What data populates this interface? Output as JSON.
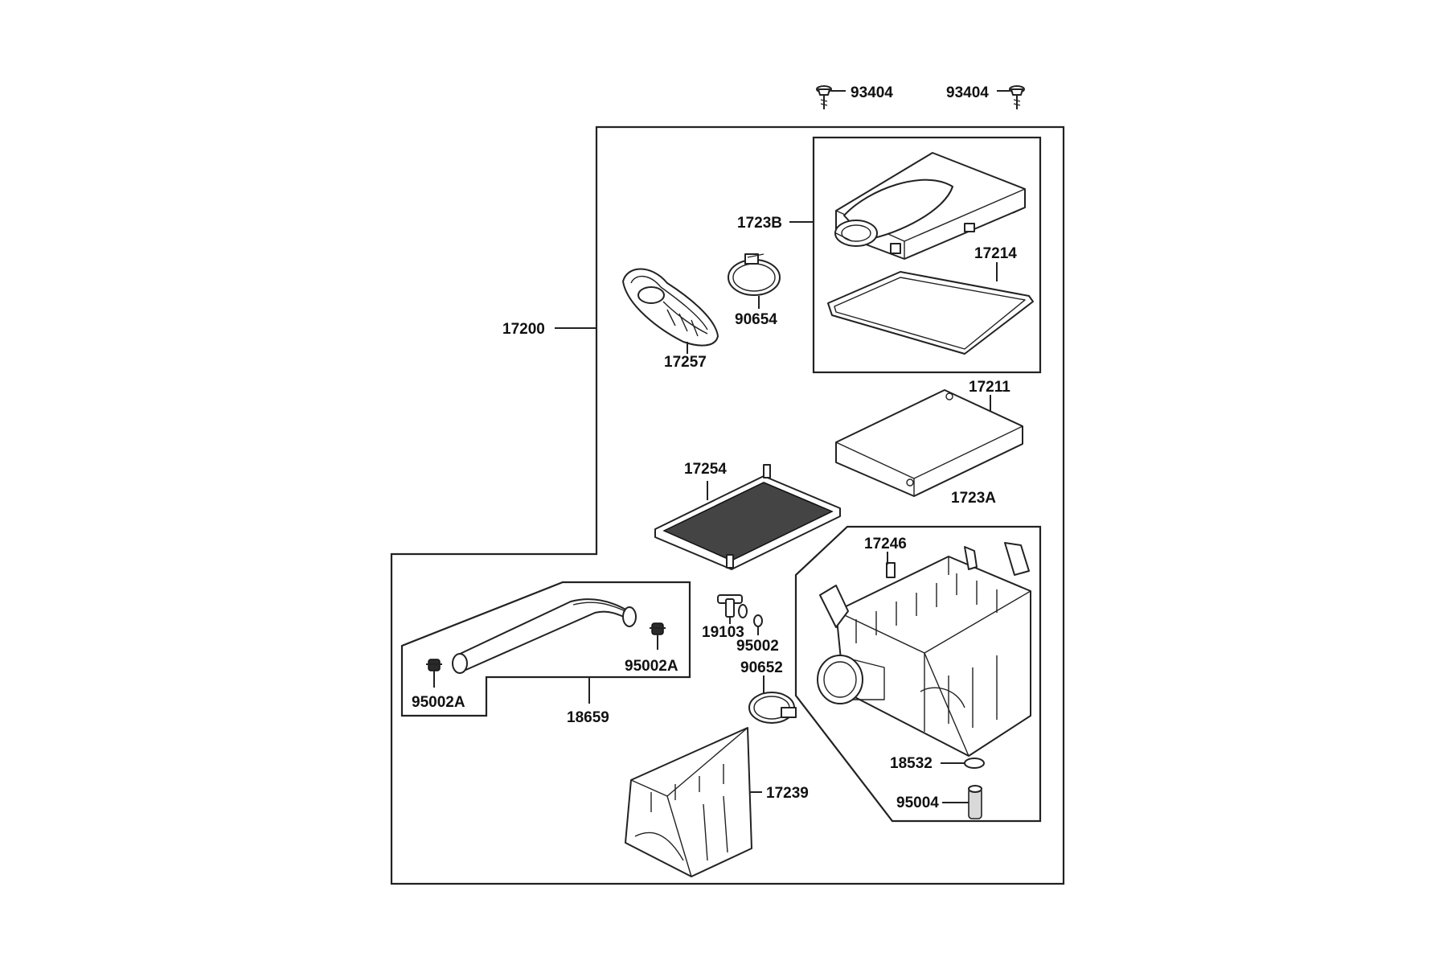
{
  "diagram": {
    "parts": {
      "p93404_a": "93404",
      "p93404_b": "93404",
      "p1723B": "1723B",
      "p17214": "17214",
      "p17200": "17200",
      "p90654": "90654",
      "p17257": "17257",
      "p17211": "17211",
      "p1723A": "1723A",
      "p17254": "17254",
      "p17246": "17246",
      "p19103": "19103",
      "p95002": "95002",
      "p90652": "90652",
      "p95002A_a": "95002A",
      "p95002A_b": "95002A",
      "p18659": "18659",
      "p18532": "18532",
      "p95004": "95004",
      "p17239": "17239"
    }
  }
}
